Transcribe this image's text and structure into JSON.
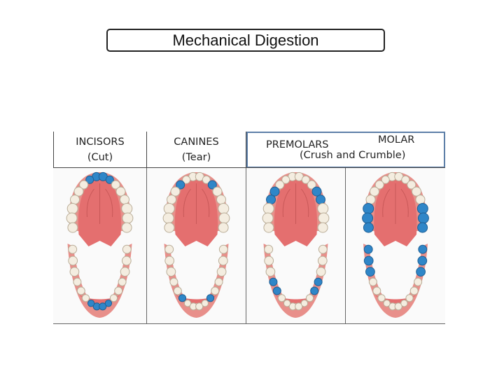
{
  "title": "Mechanical Digestion",
  "columns": [
    {
      "label": "INCISORS",
      "sublabel": "(Cut)",
      "highlight": "incisors"
    },
    {
      "label": "CANINES",
      "sublabel": "(Tear)",
      "highlight": "canines"
    },
    {
      "label": "PREMOLARS",
      "highlight": "premolars"
    },
    {
      "label": "MOLAR",
      "highlight": "molars"
    }
  ],
  "shared_sublabel": "(Crush and Crumble)",
  "colors": {
    "highlight_tooth": "#2f86c8",
    "normal_tooth": "#f4ede0",
    "tooth_outline": "#b9ad98",
    "gum": "#e88f8a",
    "palate": "#e46f6f",
    "header_border": "#5d7fa8"
  }
}
